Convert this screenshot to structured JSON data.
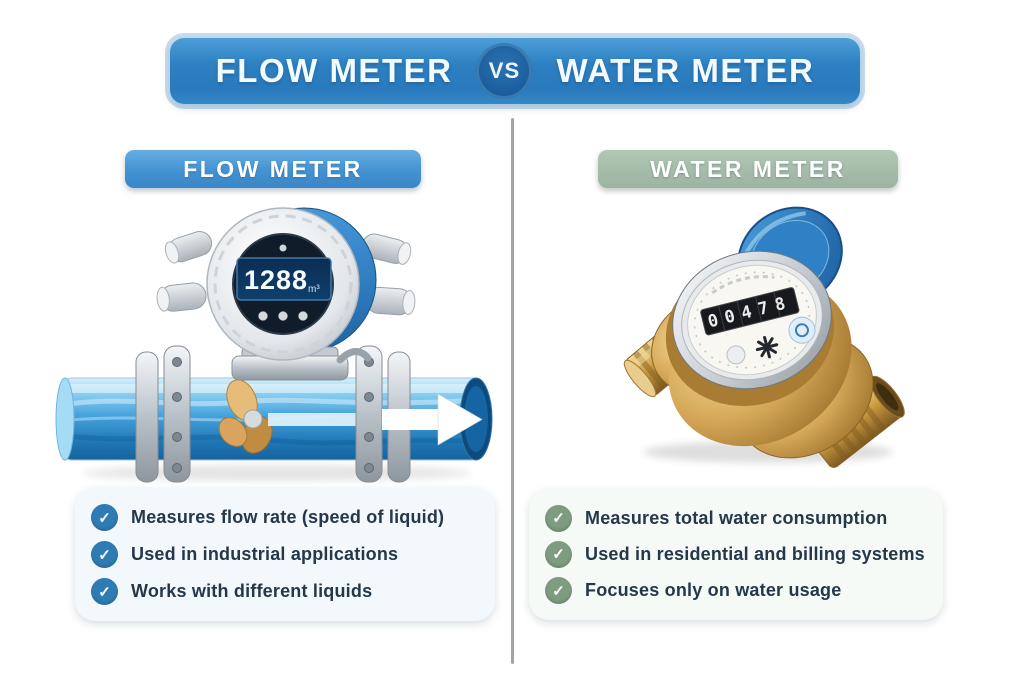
{
  "banner": {
    "left_title": "FLOW METER",
    "vs_label": "VS",
    "right_title": "WATER METER"
  },
  "flow_meter": {
    "header": "FLOW METER",
    "display_reading": "1288",
    "display_units": "m³",
    "points": [
      "Measures flow rate (speed of liquid)",
      "Used in industrial applications",
      "Works with different liquids"
    ]
  },
  "water_meter": {
    "header": "WATER METER",
    "register_digits": "00478",
    "points": [
      "Measures total water consumption",
      "Used in residential and billing systems",
      "Focuses only on water usage"
    ]
  },
  "colors": {
    "banner_blue": "#2d80c2",
    "vs_circle_blue": "#1d5f9e",
    "flow_badge_blue": "#4392d2",
    "water_badge_sage": "#a3bba8",
    "flow_check": "#2f7cb5",
    "water_check": "#7f9c80",
    "divider_gray": "#8f9698",
    "card_bg_flow": "#f3f8fc",
    "card_bg_water": "#f5faf6",
    "text_dark": "#24384a"
  }
}
